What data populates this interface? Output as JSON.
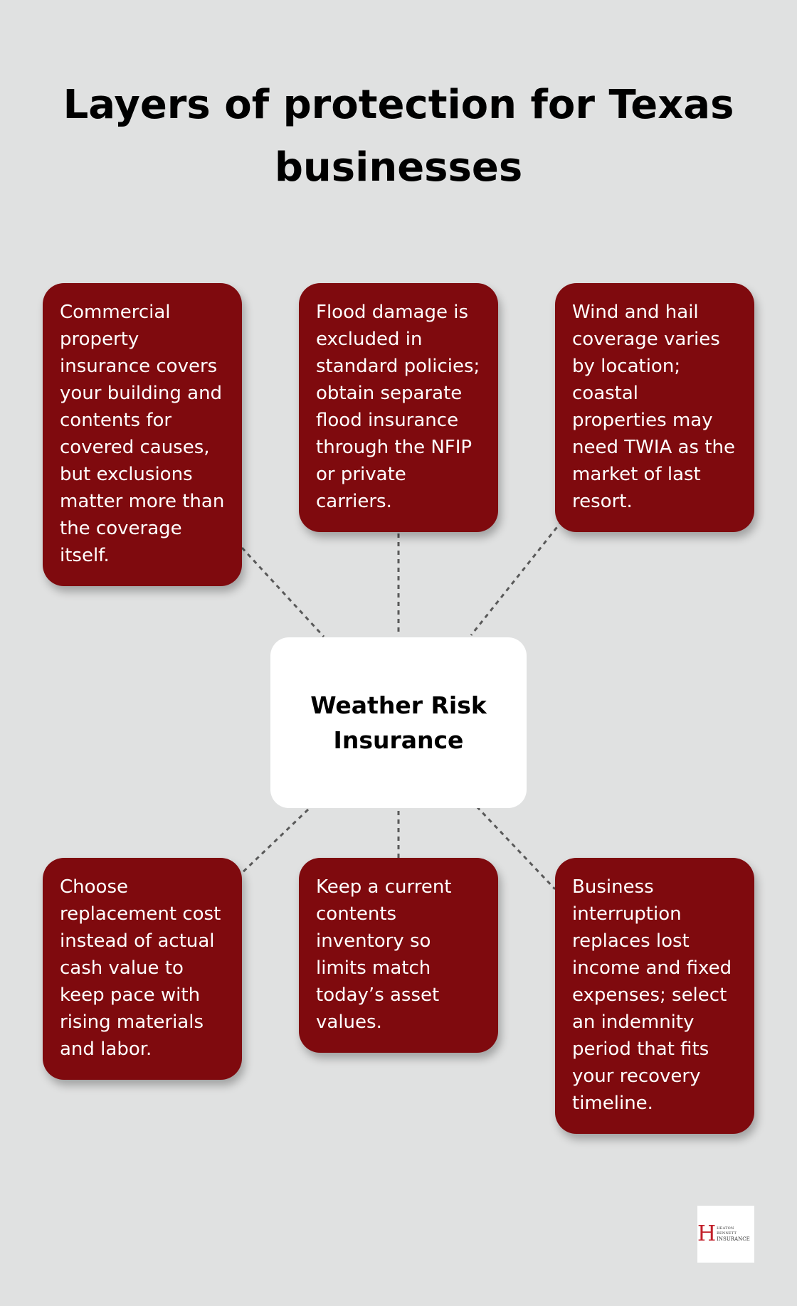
{
  "title": "Layers of protection for Texas businesses",
  "center": {
    "label": "Weather Risk Insurance"
  },
  "boxes": [
    {
      "text": "Commercial property insurance covers your building and contents for covered causes, but exclusions matter more than the coverage itself."
    },
    {
      "text": "Flood damage is excluded in standard policies; obtain separate flood insurance through the NFIP or private carriers."
    },
    {
      "text": "Wind and hail coverage varies by location; coastal properties may need TWIA as the market of last resort."
    },
    {
      "text": "Choose replacement cost instead of actual cash value to keep pace with rising materials and labor."
    },
    {
      "text": "Keep a current contents inventory so limits match today’s asset values."
    },
    {
      "text": "Business interruption replaces lost income and fixed expenses; select an indemnity period that fits your recovery timeline."
    }
  ],
  "logo": {
    "letter": "H",
    "top_text": "HEATON BENNETT",
    "bottom_text": "INSURANCE"
  },
  "colors": {
    "background": "#e0e1e1",
    "box": "#7f0a0e",
    "center_box": "#ffffff",
    "connector": "#595959"
  }
}
